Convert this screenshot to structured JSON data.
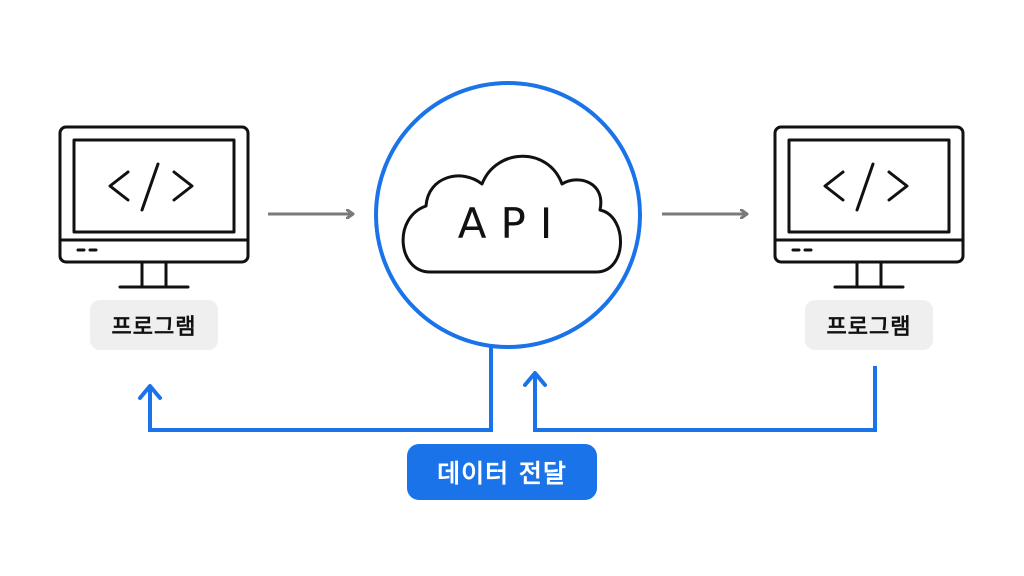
{
  "left_node": {
    "label": "프로그램",
    "icon": "code-brackets-icon"
  },
  "right_node": {
    "label": "프로그램",
    "icon": "code-brackets-icon"
  },
  "center_node": {
    "label": "API",
    "icon": "cloud-icon"
  },
  "data_transfer": {
    "label": "데이터 전달"
  },
  "colors": {
    "accent": "#1a73e8",
    "arrow_gray": "#7a7a7a",
    "outline": "#111111",
    "chip_bg": "#efefef",
    "background": "#ffffff"
  }
}
